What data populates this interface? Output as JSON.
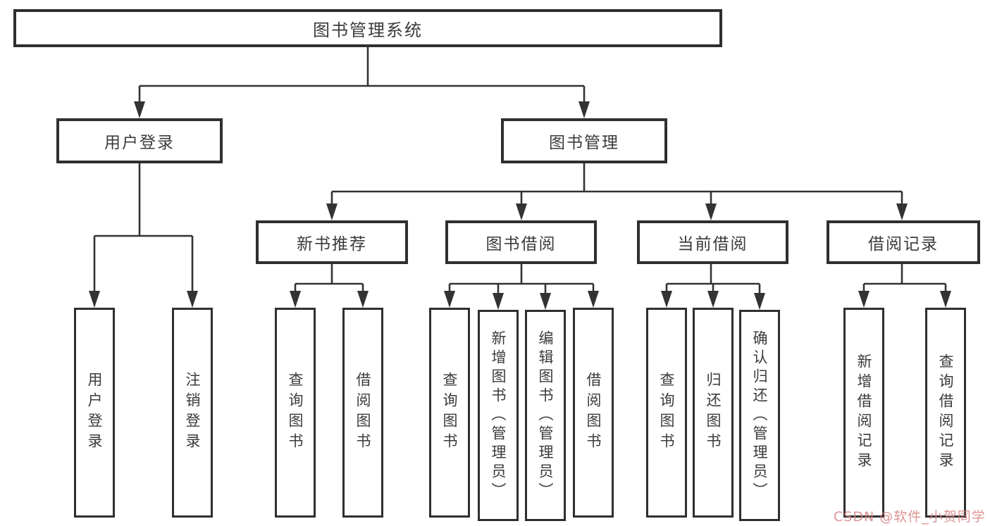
{
  "diagram": {
    "root": {
      "label": "图书管理系统"
    },
    "level2": [
      {
        "label": "用户登录"
      },
      {
        "label": "图书管理"
      }
    ],
    "level3": [
      {
        "label": "新书推荐"
      },
      {
        "label": "图书借阅"
      },
      {
        "label": "当前借阅"
      },
      {
        "label": "借阅记录"
      }
    ],
    "leaves": [
      {
        "label": "用户登录"
      },
      {
        "label": "注销登录"
      },
      {
        "label": "查询图书"
      },
      {
        "label": "借阅图书"
      },
      {
        "label": "查询图书"
      },
      {
        "label": "新增图书（管理员）"
      },
      {
        "label": "编辑图书（管理员）"
      },
      {
        "label": "借阅图书"
      },
      {
        "label": "查询图书"
      },
      {
        "label": "归还图书"
      },
      {
        "label": "确认归还（管理员）"
      },
      {
        "label": "新增借阅记录"
      },
      {
        "label": "查询借阅记录"
      }
    ],
    "watermark": "CSDN @软件_小贺同学",
    "colors": {
      "line": "#333333",
      "border": "#2f2f2f",
      "text": "#3b3b3b",
      "background": "#ffffff",
      "watermark_text": "#d78080"
    }
  }
}
